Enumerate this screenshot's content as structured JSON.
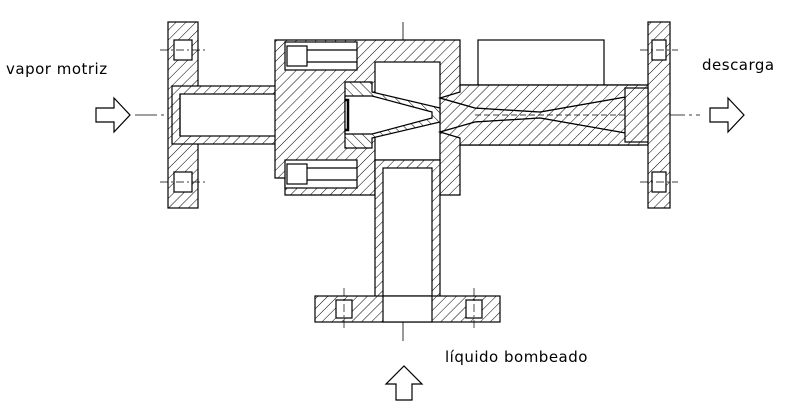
{
  "labels": {
    "motive_steam": "vapor motriz",
    "discharge": "descarga",
    "pumped_liquid": "líquido bombeado"
  },
  "colors": {
    "line": "#000000",
    "background": "#ffffff"
  }
}
